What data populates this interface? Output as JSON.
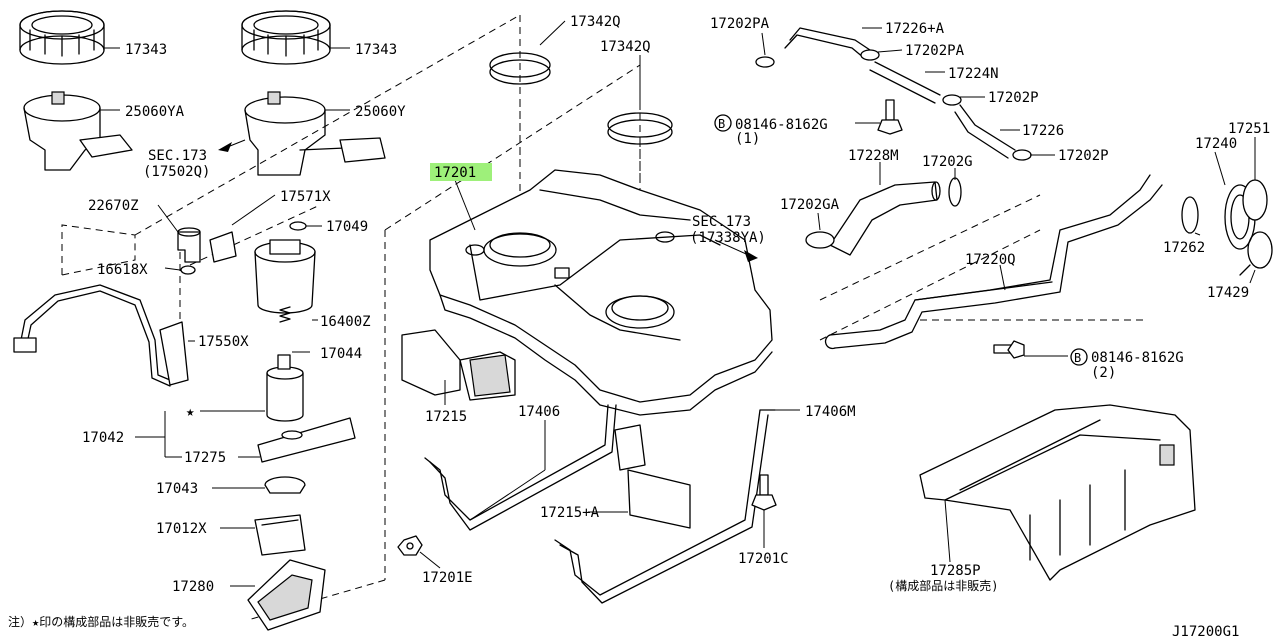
{
  "diagram_id": "J17200G1",
  "footnote": "注）★印の構成部品は非販売です。",
  "labels": {
    "p17343_a": "17343",
    "p17343_b": "17343",
    "p25060ya": "25060YA",
    "p25060y": "25060Y",
    "sec173_502q_a": "SEC.173",
    "sec173_502q_b": "(17502Q)",
    "p22670z": "22670Z",
    "p17571x": "17571X",
    "p17049": "17049",
    "p16618x": "16618X",
    "p16400z": "16400Z",
    "p17044": "17044",
    "p17550x": "17550X",
    "star": "★",
    "p17042": "17042",
    "p17275": "17275",
    "p17043": "17043",
    "p17012x": "17012X",
    "p17280": "17280",
    "p17342q_a": "17342Q",
    "p17342q_b": "17342Q",
    "p17201": "17201",
    "sec173_338ya_a": "SEC.173",
    "sec173_338ya_b": "(17338YA)",
    "p17215": "17215",
    "p17406": "17406",
    "p17215a": "17215+A",
    "p17201e": "17201E",
    "p17406m": "17406M",
    "p17201c": "17201C",
    "p17202pa_a": "17202PA",
    "p17226a": "17226+A",
    "p17202pa_b": "17202PA",
    "p17224n": "17224N",
    "p17202p_a": "17202P",
    "bolt_a": "08146-8162G",
    "bolt_a_qty": "(1)",
    "p17226": "17226",
    "p17202p_b": "17202P",
    "p17228m": "17228M",
    "p17202g": "17202G",
    "p17202ga": "17202GA",
    "p17251": "17251",
    "p17240": "17240",
    "p17262": "17262",
    "p17220q": "17220Q",
    "p17429": "17429",
    "bolt_b": "08146-8162G",
    "bolt_b_qty": "(2)",
    "p17285p": "17285P",
    "p17285p_note": "(構成部品は非販売)",
    "b_mark": "B"
  },
  "colors": {
    "highlight": "#9ef07a",
    "line": "#000000",
    "shade": "#d8d8d8"
  },
  "highlighted_part": "17201"
}
